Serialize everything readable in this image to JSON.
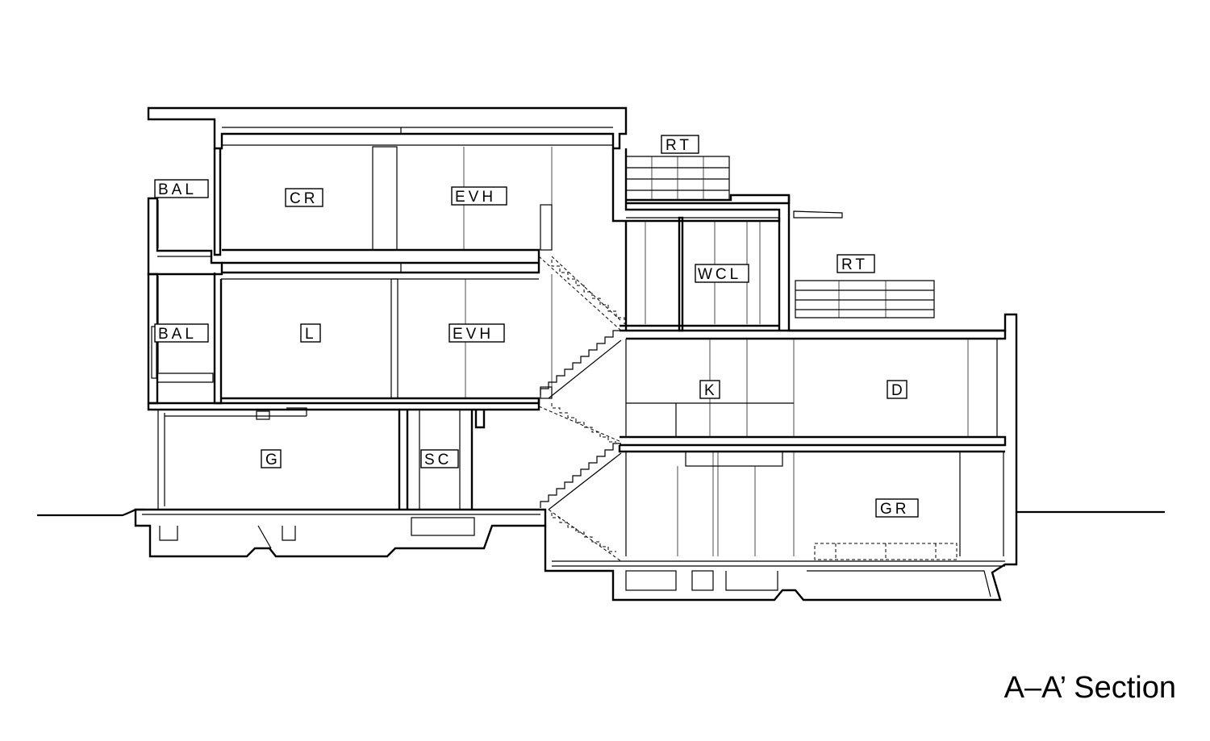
{
  "title": "A–A’ Section",
  "rooms": {
    "bal_upper": "BAL",
    "cr": "CR",
    "evh_upper": "EVH",
    "rt_upper": "RT",
    "wcl": "WCL",
    "rt_lower": "RT",
    "bal_lower": "BAL",
    "l": "L",
    "evh_lower": "EVH",
    "k": "K",
    "d": "D",
    "g": "G",
    "sc": "SC",
    "gr": "GR"
  }
}
